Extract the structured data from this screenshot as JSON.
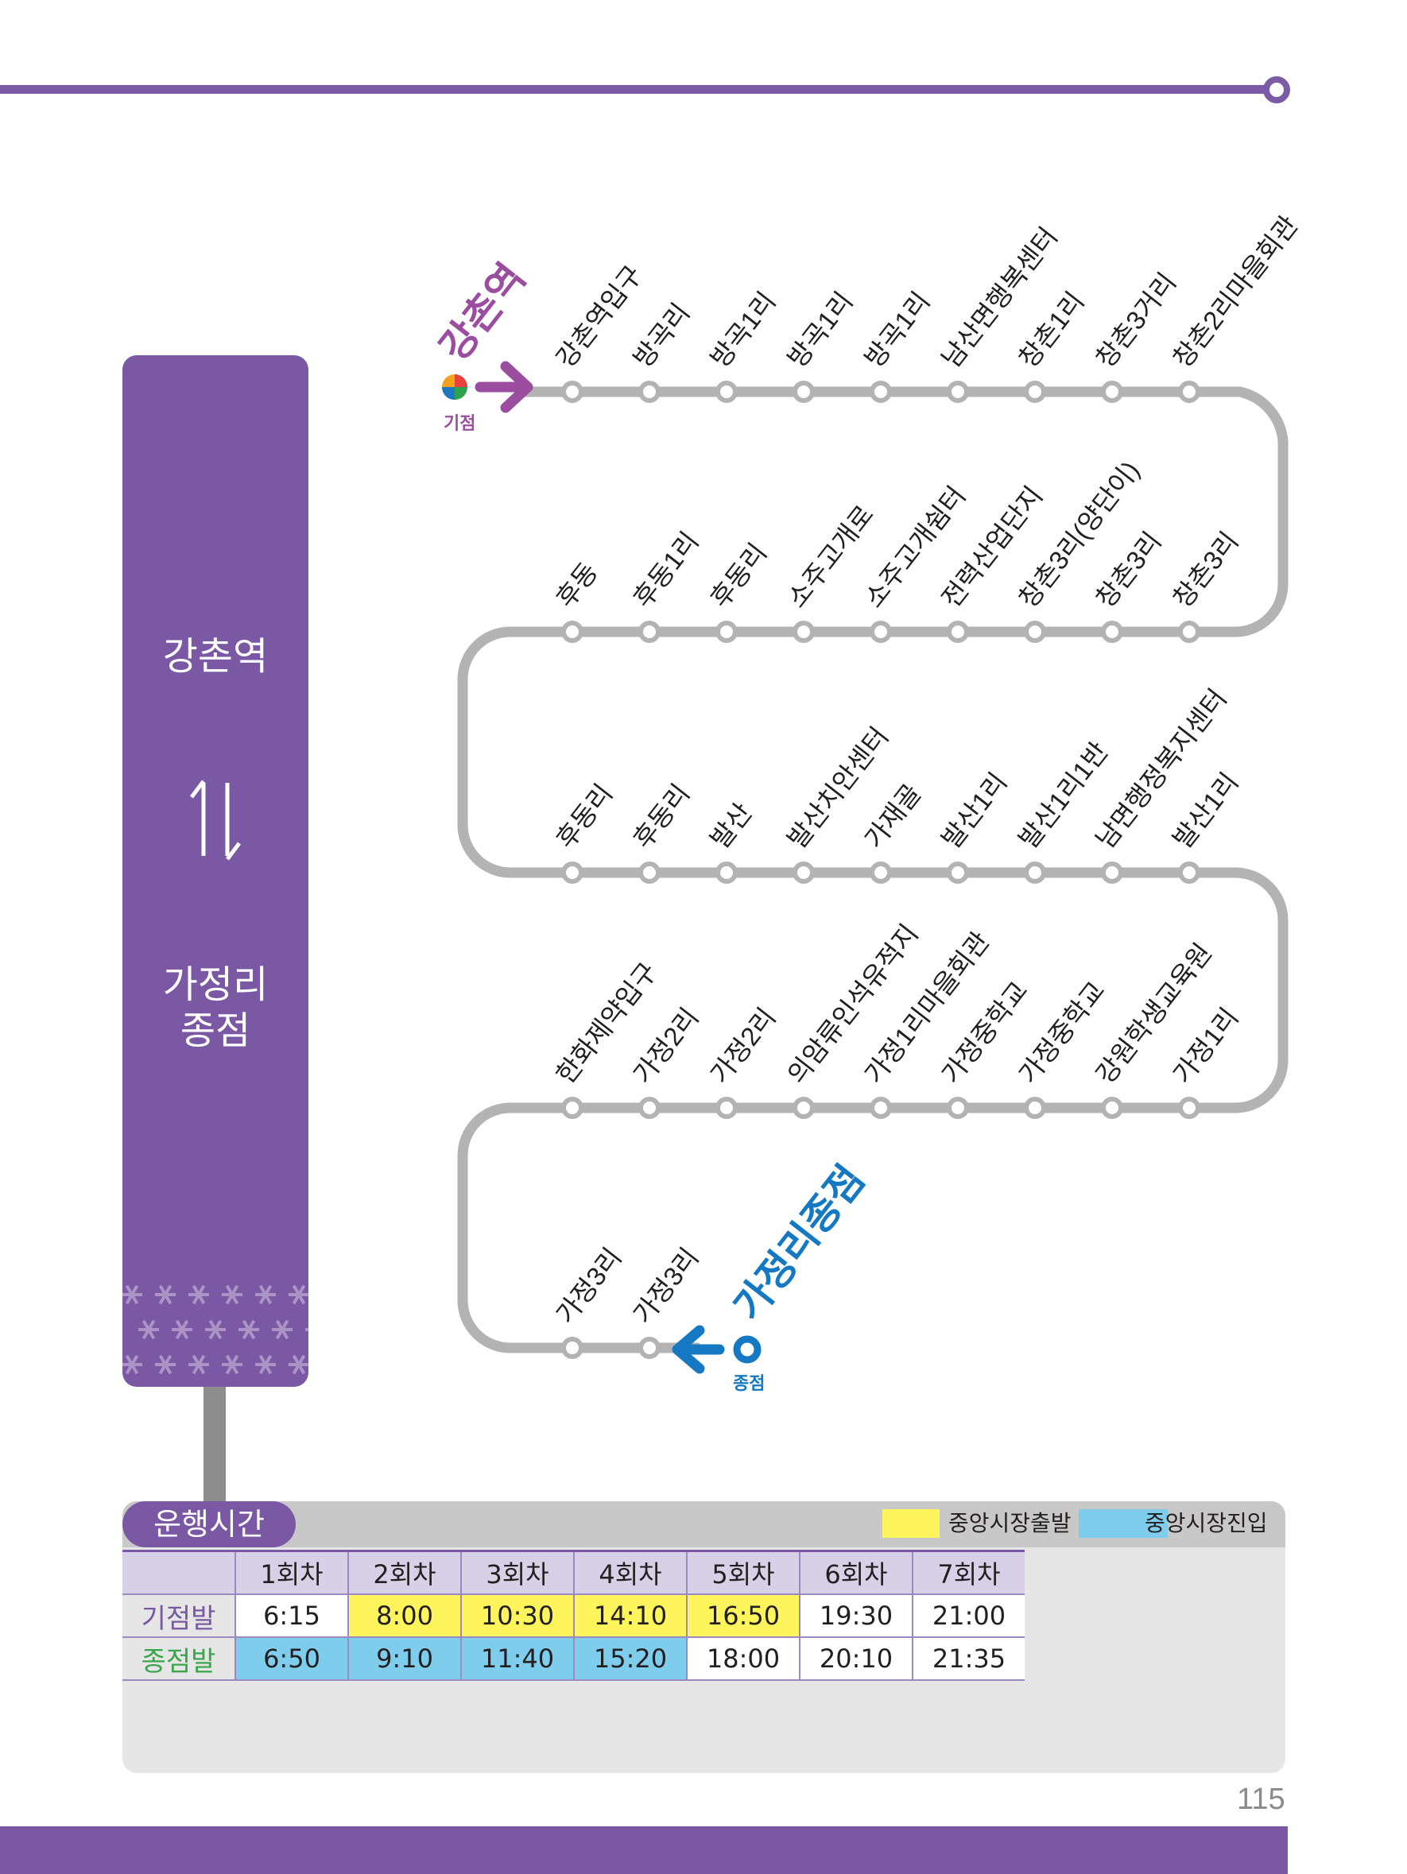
{
  "route_panel": {
    "origin": "강촌역",
    "destination_line1": "가정리",
    "destination_line2": "종점",
    "direction_icon": "bidirectional-arrows-icon"
  },
  "map": {
    "origin_name": "강촌역",
    "origin_tag": "기점",
    "terminal_name": "가정리종점",
    "terminal_tag": "종점",
    "colors": {
      "line": "#b3b3b3",
      "origin": "#9b4ea0",
      "terminal": "#1578c2"
    },
    "rows": [
      [
        "강촌역입구",
        "방곡리",
        "방곡1리",
        "방곡1리",
        "방곡1리",
        "남산면행복센터",
        "창촌1리",
        "창촌3거리",
        "창촌2리마을회관"
      ],
      [
        "후동",
        "후동1리",
        "후동리",
        "소주고개로",
        "소주고개쉼터",
        "전력산업단지",
        "창촌3리(양단이)",
        "창촌3리",
        "창촌3리"
      ],
      [
        "후동리",
        "후동리",
        "발산",
        "발산치안센터",
        "가재골",
        "발산1리",
        "발산1리1반",
        "남면행정복지센터",
        "발산1리"
      ],
      [
        "한화제약입구",
        "가정2리",
        "가정2리",
        "의암류인석유적지",
        "가정1리마을회관",
        "가정중학교",
        "가정중학교",
        "강원학생교육원",
        "가정1리"
      ],
      [
        "가정3리",
        "가정3리"
      ]
    ]
  },
  "timetable": {
    "title": "운행시간",
    "legend": [
      {
        "label": "중앙시장출발",
        "color": "#fdf55b"
      },
      {
        "label": "중앙시장진입",
        "color": "#7fcdec"
      }
    ],
    "columns": [
      "1회차",
      "2회차",
      "3회차",
      "4회차",
      "5회차",
      "6회차",
      "7회차"
    ],
    "rows": [
      {
        "label": "기점발",
        "label_color": "#7a58a3",
        "times": [
          "6:15",
          "8:00",
          "10:30",
          "14:10",
          "16:50",
          "19:30",
          "21:00"
        ],
        "highlight": [
          "none",
          "yellow",
          "yellow",
          "yellow",
          "yellow",
          "none",
          "none"
        ]
      },
      {
        "label": "종점발",
        "label_color": "#3aa54a",
        "times": [
          "6:50",
          "9:10",
          "11:40",
          "15:20",
          "18:00",
          "20:10",
          "21:35"
        ],
        "highlight": [
          "blue",
          "blue",
          "blue",
          "blue",
          "none",
          "none",
          "none"
        ]
      }
    ]
  },
  "page_number": "115"
}
